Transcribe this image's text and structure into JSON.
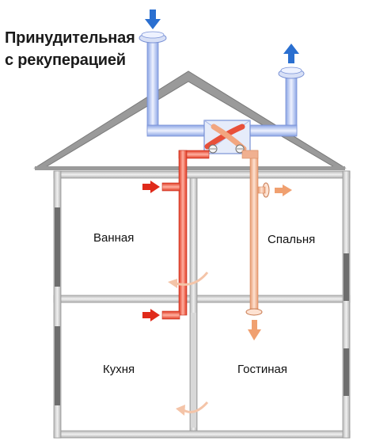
{
  "title": {
    "line1": "Принудительная",
    "line2": "с рекуперацией"
  },
  "rooms": {
    "bathroom": "Ванная",
    "bedroom": "Спальня",
    "kitchen": "Кухня",
    "living_room": "Гостиная"
  },
  "colors": {
    "fresh_air": "#2a6fd0",
    "supply_warm": "#e85a3a",
    "exhaust_warm": "#f0a070",
    "house_wall": "#9a9a9a",
    "roof": "#8c8c8c",
    "duct_blue": "#b8c8ee"
  },
  "icons": {
    "intake_arrow": "arrow-down-icon",
    "exhaust_arrow": "arrow-up-icon",
    "recuperator": "heat-exchanger-icon",
    "red_supply_arrow": "arrow-right-icon",
    "orange_outflow_arrow": "arrow-right-icon",
    "curved_flow": "curved-arrow-icon"
  }
}
